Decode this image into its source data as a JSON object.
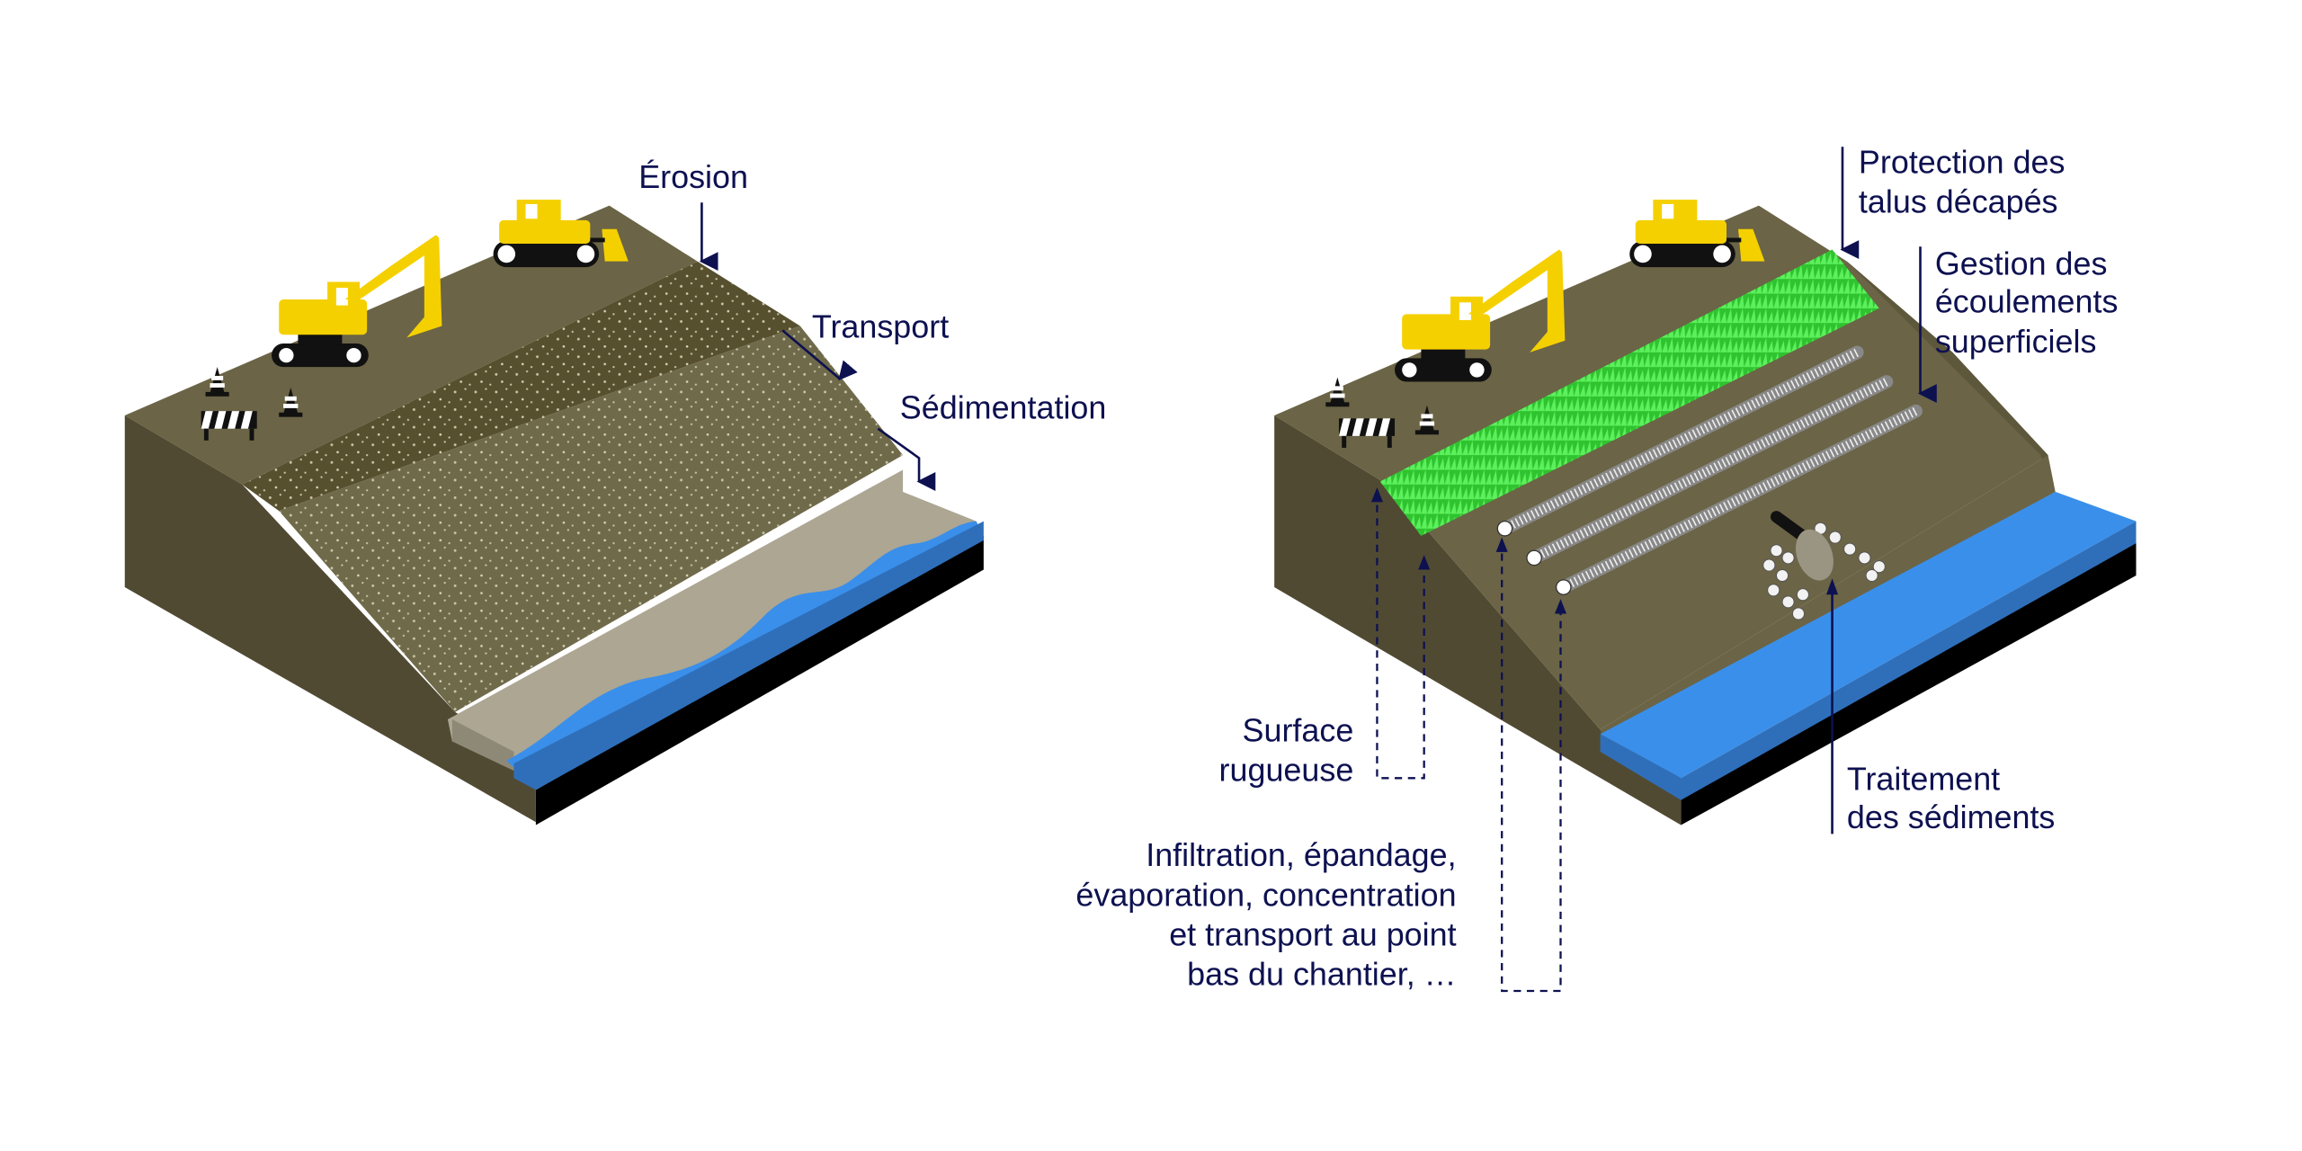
{
  "left_diagram": {
    "labels": {
      "erosion": "Érosion",
      "transport": "Transport",
      "sedimentation": "Sédimentation"
    }
  },
  "right_diagram": {
    "labels": {
      "protection": [
        "Protection des",
        "talus décapés"
      ],
      "gestion": [
        "Gestion des",
        "écoulements",
        "superficiels"
      ],
      "surface": [
        "Surface",
        "rugueuse"
      ],
      "infiltration": [
        "Infiltration, épandage,",
        "évaporation, concentration",
        "et transport au point",
        "bas du chantier, …"
      ],
      "traitement": [
        "Traitement",
        "des sédiments"
      ]
    }
  },
  "colors": {
    "label": "#0d1150",
    "ground_top": "#6b6446",
    "ground_side": "#514a33",
    "water": "#3a8fea",
    "grass": "#3be03b",
    "machine": "#f5d000"
  }
}
